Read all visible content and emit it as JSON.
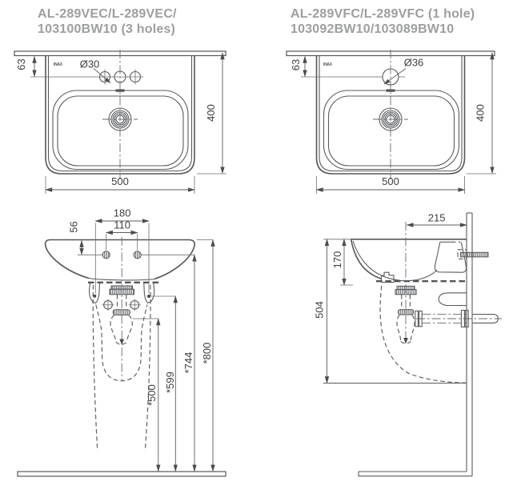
{
  "titles": {
    "left": {
      "line1": "AL-289VEC/L-289VEC/",
      "line2": "103100BW10 (3 holes)"
    },
    "right": {
      "line1": "AL-289VFC/L-289VFC (1 hole)",
      "line2": "103092BW10/103089BW10"
    }
  },
  "brand": {
    "logo": "INAX"
  },
  "plan_left": {
    "hole_dia": "Ø30",
    "hole_offset": "63",
    "depth": "400",
    "width": "500"
  },
  "plan_right": {
    "hole_dia": "Ø36",
    "hole_offset": "63",
    "depth": "400",
    "width": "500"
  },
  "front": {
    "bracket_span": "180",
    "bolt_span": "110",
    "rim_to_bolt": "56",
    "h_trap": "*500",
    "h_bracket": "*599",
    "h_bolt": "*744",
    "h_rim": "*800"
  },
  "side": {
    "drain_to_wall": "215",
    "rim_to_underside": "170",
    "rim_to_base": "504"
  },
  "colors": {
    "line": "#595b5e",
    "title": "#9c9ea0",
    "dim_text": "#3c3e41",
    "background": "#ffffff"
  }
}
